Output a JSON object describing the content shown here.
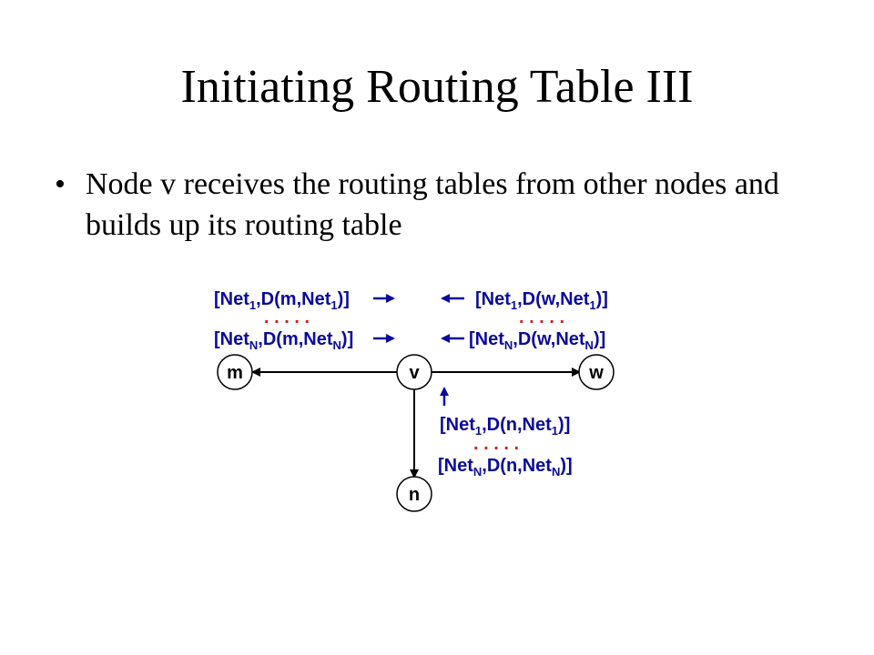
{
  "slide": {
    "title": "Initiating Routing Table III",
    "bullet": "Node v receives the routing tables from other nodes and builds up its routing table"
  },
  "diagram": {
    "nodes": {
      "m": "m",
      "v": "v",
      "w": "w",
      "n": "n"
    },
    "label_from_m": {
      "line1": {
        "a": "[Net",
        "s1": "1",
        "b": ",D(m,Net",
        "s2": "1",
        "c": ")]"
      },
      "line2": {
        "a": "[Net",
        "s1": "N",
        "b": ",D(m,Net",
        "s2": "N",
        "c": ")]"
      }
    },
    "label_from_w": {
      "line1": {
        "a": "[Net",
        "s1": "1",
        "b": ",D(w,Net",
        "s2": "1",
        "c": ")]"
      },
      "line2": {
        "a": "[Net",
        "s1": "N",
        "b": ",D(w,Net",
        "s2": "N",
        "c": ")]"
      }
    },
    "label_from_n": {
      "line1": {
        "a": "[Net",
        "s1": "1",
        "b": ",D(n,Net",
        "s2": "1",
        "c": ")]"
      },
      "line2": {
        "a": "[Net",
        "s1": "N",
        "b": ",D(n,Net",
        "s2": "N",
        "c": ")]"
      }
    },
    "ellipsis": ". . . . .",
    "colors": {
      "labels": "#0b0b9c",
      "dots": "#d02020",
      "edges": "#000000"
    }
  }
}
